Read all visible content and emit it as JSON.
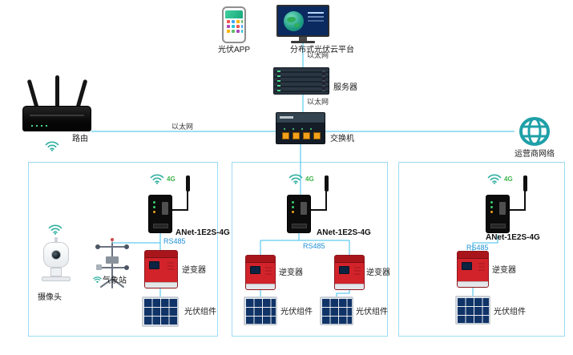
{
  "platform": {
    "app_label": "光伏APP",
    "cloud_label": "分布式光伏云平台",
    "server_label": "服务器",
    "switch_label": "交换机",
    "router_label": "路由",
    "carrier_label": "运营商网络"
  },
  "links": {
    "eth1": "以太网",
    "eth2": "以太网",
    "eth3": "以太网"
  },
  "groups": [
    {
      "anet_label": "ANet-1E2S-4G",
      "badge_4g": "4G",
      "bus_label": "RS485",
      "camera_label": "摄像头",
      "weather_label": "气象站",
      "inverter_labels": [
        "逆变器"
      ],
      "pv_labels": [
        "光伏组件"
      ]
    },
    {
      "anet_label": "ANet-1E2S-4G",
      "badge_4g": "4G",
      "bus_label": "RS485",
      "inverter_labels": [
        "逆变器",
        "逆变器"
      ],
      "pv_labels": [
        "光伏组件",
        "光伏组件"
      ]
    },
    {
      "anet_label": "ANet-1E2S-4G",
      "badge_4g": "4G",
      "bus_label": "RS485",
      "inverter_labels": [
        "逆变器"
      ],
      "pv_labels": [
        "光伏组件"
      ]
    }
  ],
  "colors": {
    "wire_blue": "#3BBFE8",
    "zone_border": "#9BDCF4",
    "rs485_blue": "#1E8FD5",
    "badge_green": "#3DB54A",
    "wifi_teal": "#2FAF9F",
    "carrier_teal": "#1FA0A8",
    "inverter_red": "#D2232A",
    "panel_blue": "#103468"
  }
}
